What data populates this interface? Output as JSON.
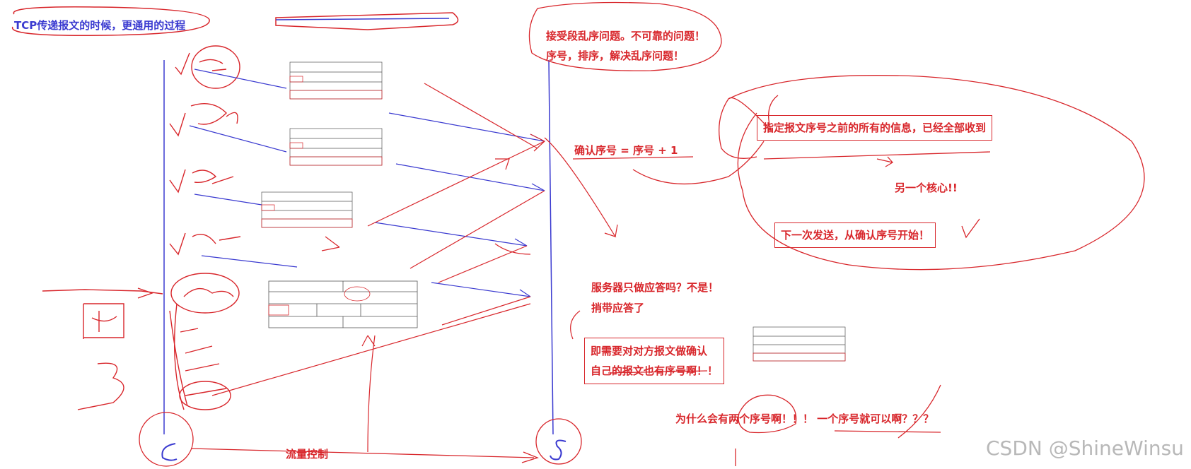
{
  "diagram": {
    "title": "TCP传递报文的时候，更通用的过程",
    "note_disorder_1": "接受段乱序问题。不可靠的问题！",
    "note_disorder_2": "序号，排序，解决乱序问题！",
    "ack_formula": "确认序号 = 序号 + 1",
    "ack_meaning": "指定报文序号之前的所有的信息，已经全部收到",
    "another_core": "另一个核心!!",
    "next_send": "下一次发送，从确认序号开始！",
    "server_question_1": "服务器只做应答吗？不是！",
    "server_question_2": "捎带应答了",
    "both_line_1": "即需要对对方报文做确认",
    "both_line_2": "自己的报文也有序号啊！！",
    "two_seq_question": "为什么会有两个序号啊！！！ 一个序号就可以啊？？？",
    "flow_control": "流量控制",
    "watermark": "CSDN @ShineWinsu"
  },
  "colors": {
    "red": "#d8262b",
    "blue": "#3a3ad0",
    "gray": "#888888"
  },
  "icons": [
    "check-mark-icon"
  ]
}
